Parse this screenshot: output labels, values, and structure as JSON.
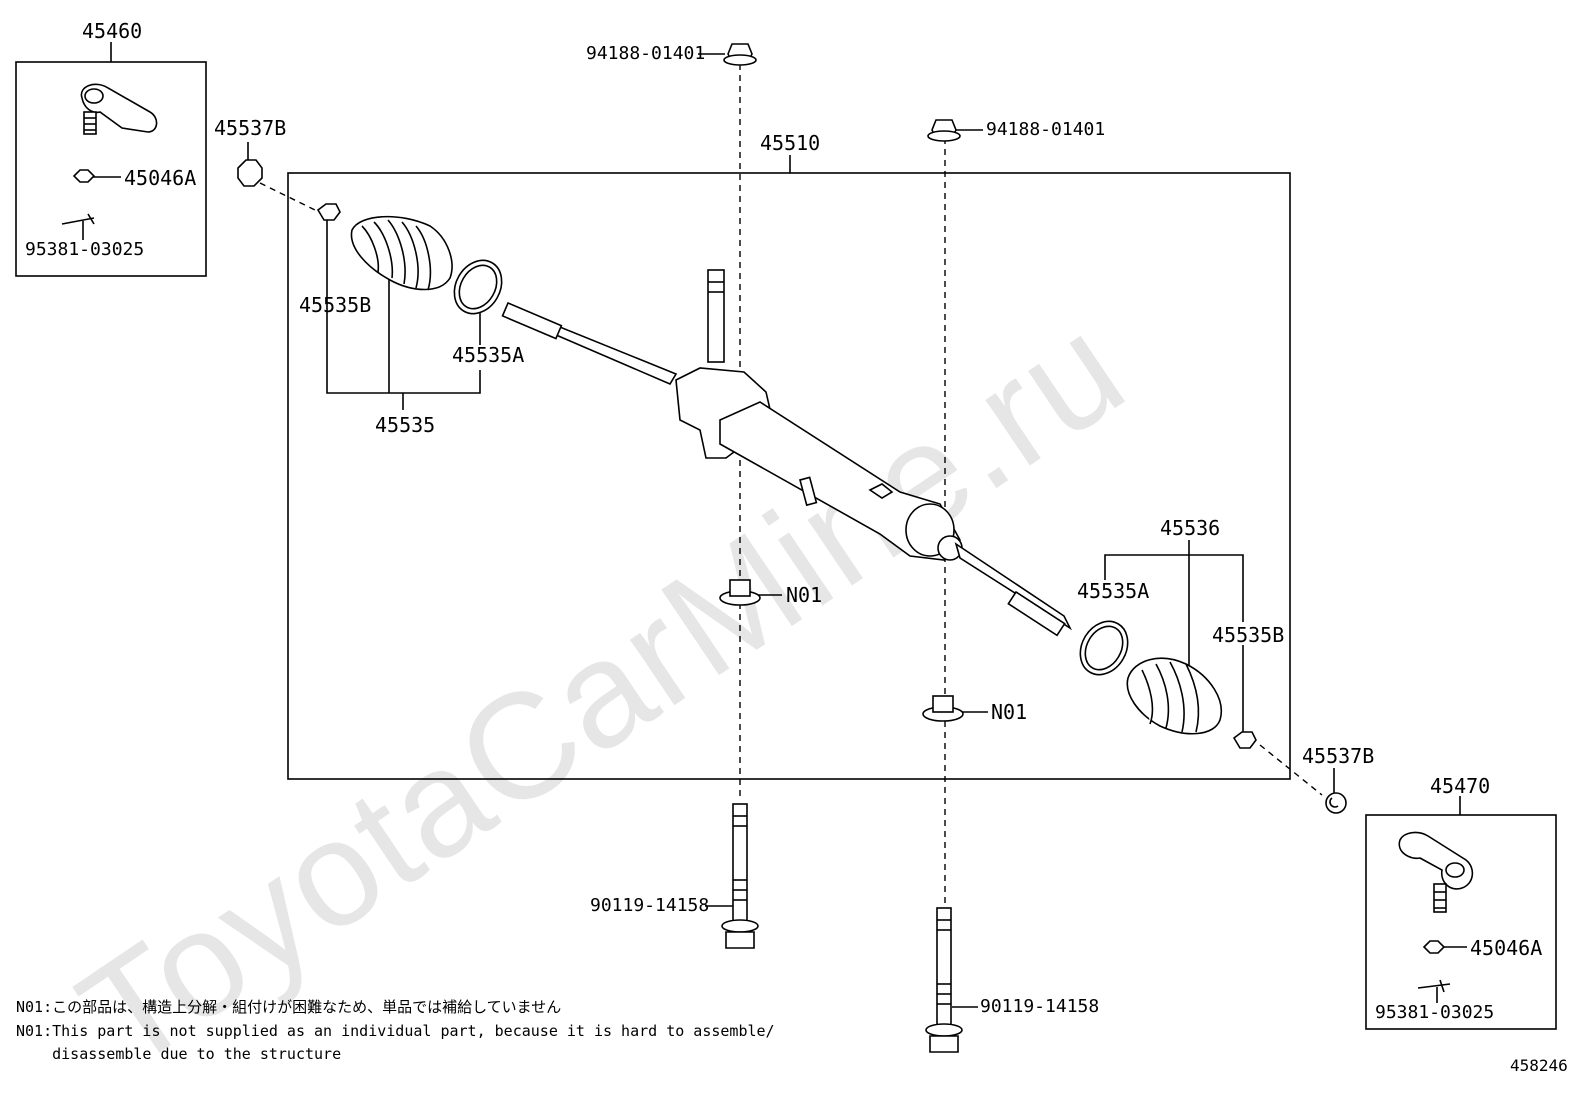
{
  "watermark": "ToyotaCarMine.ru",
  "diagram_id": "458246",
  "labels": {
    "tie_rod_end_left": "45460",
    "tie_rod_end_right": "45470",
    "nut_left": "45046A",
    "nut_right": "45046A",
    "cotter_pin_left": "95381-03025",
    "cotter_pin_right": "95381-03025",
    "clip_left": "45537B",
    "clip_right": "45537B",
    "steering_gear": "45510",
    "boot_kit_left": "45535",
    "boot_kit_right": "45536",
    "boot_clamp_left": "45535B",
    "boot_band_left": "45535A",
    "boot_band_right": "45535A",
    "boot_clamp_right": "45535B",
    "nut_top_left": "94188-01401",
    "nut_top_right": "94188-01401",
    "grommet_left": "N01",
    "grommet_right": "N01",
    "bolt_left": "90119-14158",
    "bolt_right": "90119-14158"
  },
  "notes": {
    "line1": "N01:この部品は、構造上分解・組付けが困難なため、単品では補給していません",
    "line2": "N01:This part is not supplied as an individual part, because it is hard to assemble/",
    "line3": "    disassemble due to the structure"
  }
}
